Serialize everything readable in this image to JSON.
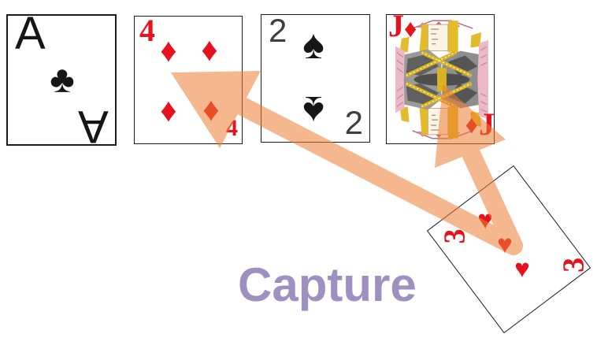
{
  "diagram_title": "Capture",
  "caption": {
    "text": "Capture",
    "color": "#9E91C1"
  },
  "arrow": {
    "color": "#ED7D31",
    "opacity": 0.55,
    "origin_card": "Three of Hearts",
    "targets": [
      "Four of Diamonds",
      "Jack of Diamonds"
    ],
    "shape": "V-shaped double arrow with rounded vertex"
  },
  "colors": {
    "card_red": "#E6131F",
    "card_black": "#161616",
    "two_gray": "#3F3F3F",
    "card_border": "#1C1C1C",
    "jack_yellow": "#E3BC2B",
    "jack_gray": "#8E8E8E",
    "jack_pink": "#ECBAC6"
  },
  "cards": [
    {
      "name": "Ace of Clubs",
      "rank": "A",
      "suit": "clubs",
      "suit_symbol": "♣",
      "color": "black",
      "corner_top_left": "A",
      "corner_bottom_right": "A"
    },
    {
      "name": "Four of Diamonds",
      "rank": "4",
      "suit": "diamonds",
      "suit_symbol": "♦",
      "color": "red",
      "corner_top_left": "4",
      "corner_bottom_right": "4"
    },
    {
      "name": "Two of Spades",
      "rank": "2",
      "suit": "spades",
      "suit_symbol": "♠",
      "color": "black",
      "corner_top_left": "2",
      "corner_bottom_right": "2"
    },
    {
      "name": "Jack of Diamonds",
      "rank": "J",
      "suit": "diamonds",
      "suit_symbol": "♦",
      "color": "red",
      "corner_top_left": "J",
      "corner_bottom_right": "J",
      "court_card": true
    },
    {
      "name": "Three of Hearts",
      "rank": "3",
      "suit": "hearts",
      "suit_symbol": "♥",
      "color": "red",
      "corner_top_left": "3",
      "corner_bottom_right": "3",
      "rotation_deg": -37
    }
  ]
}
